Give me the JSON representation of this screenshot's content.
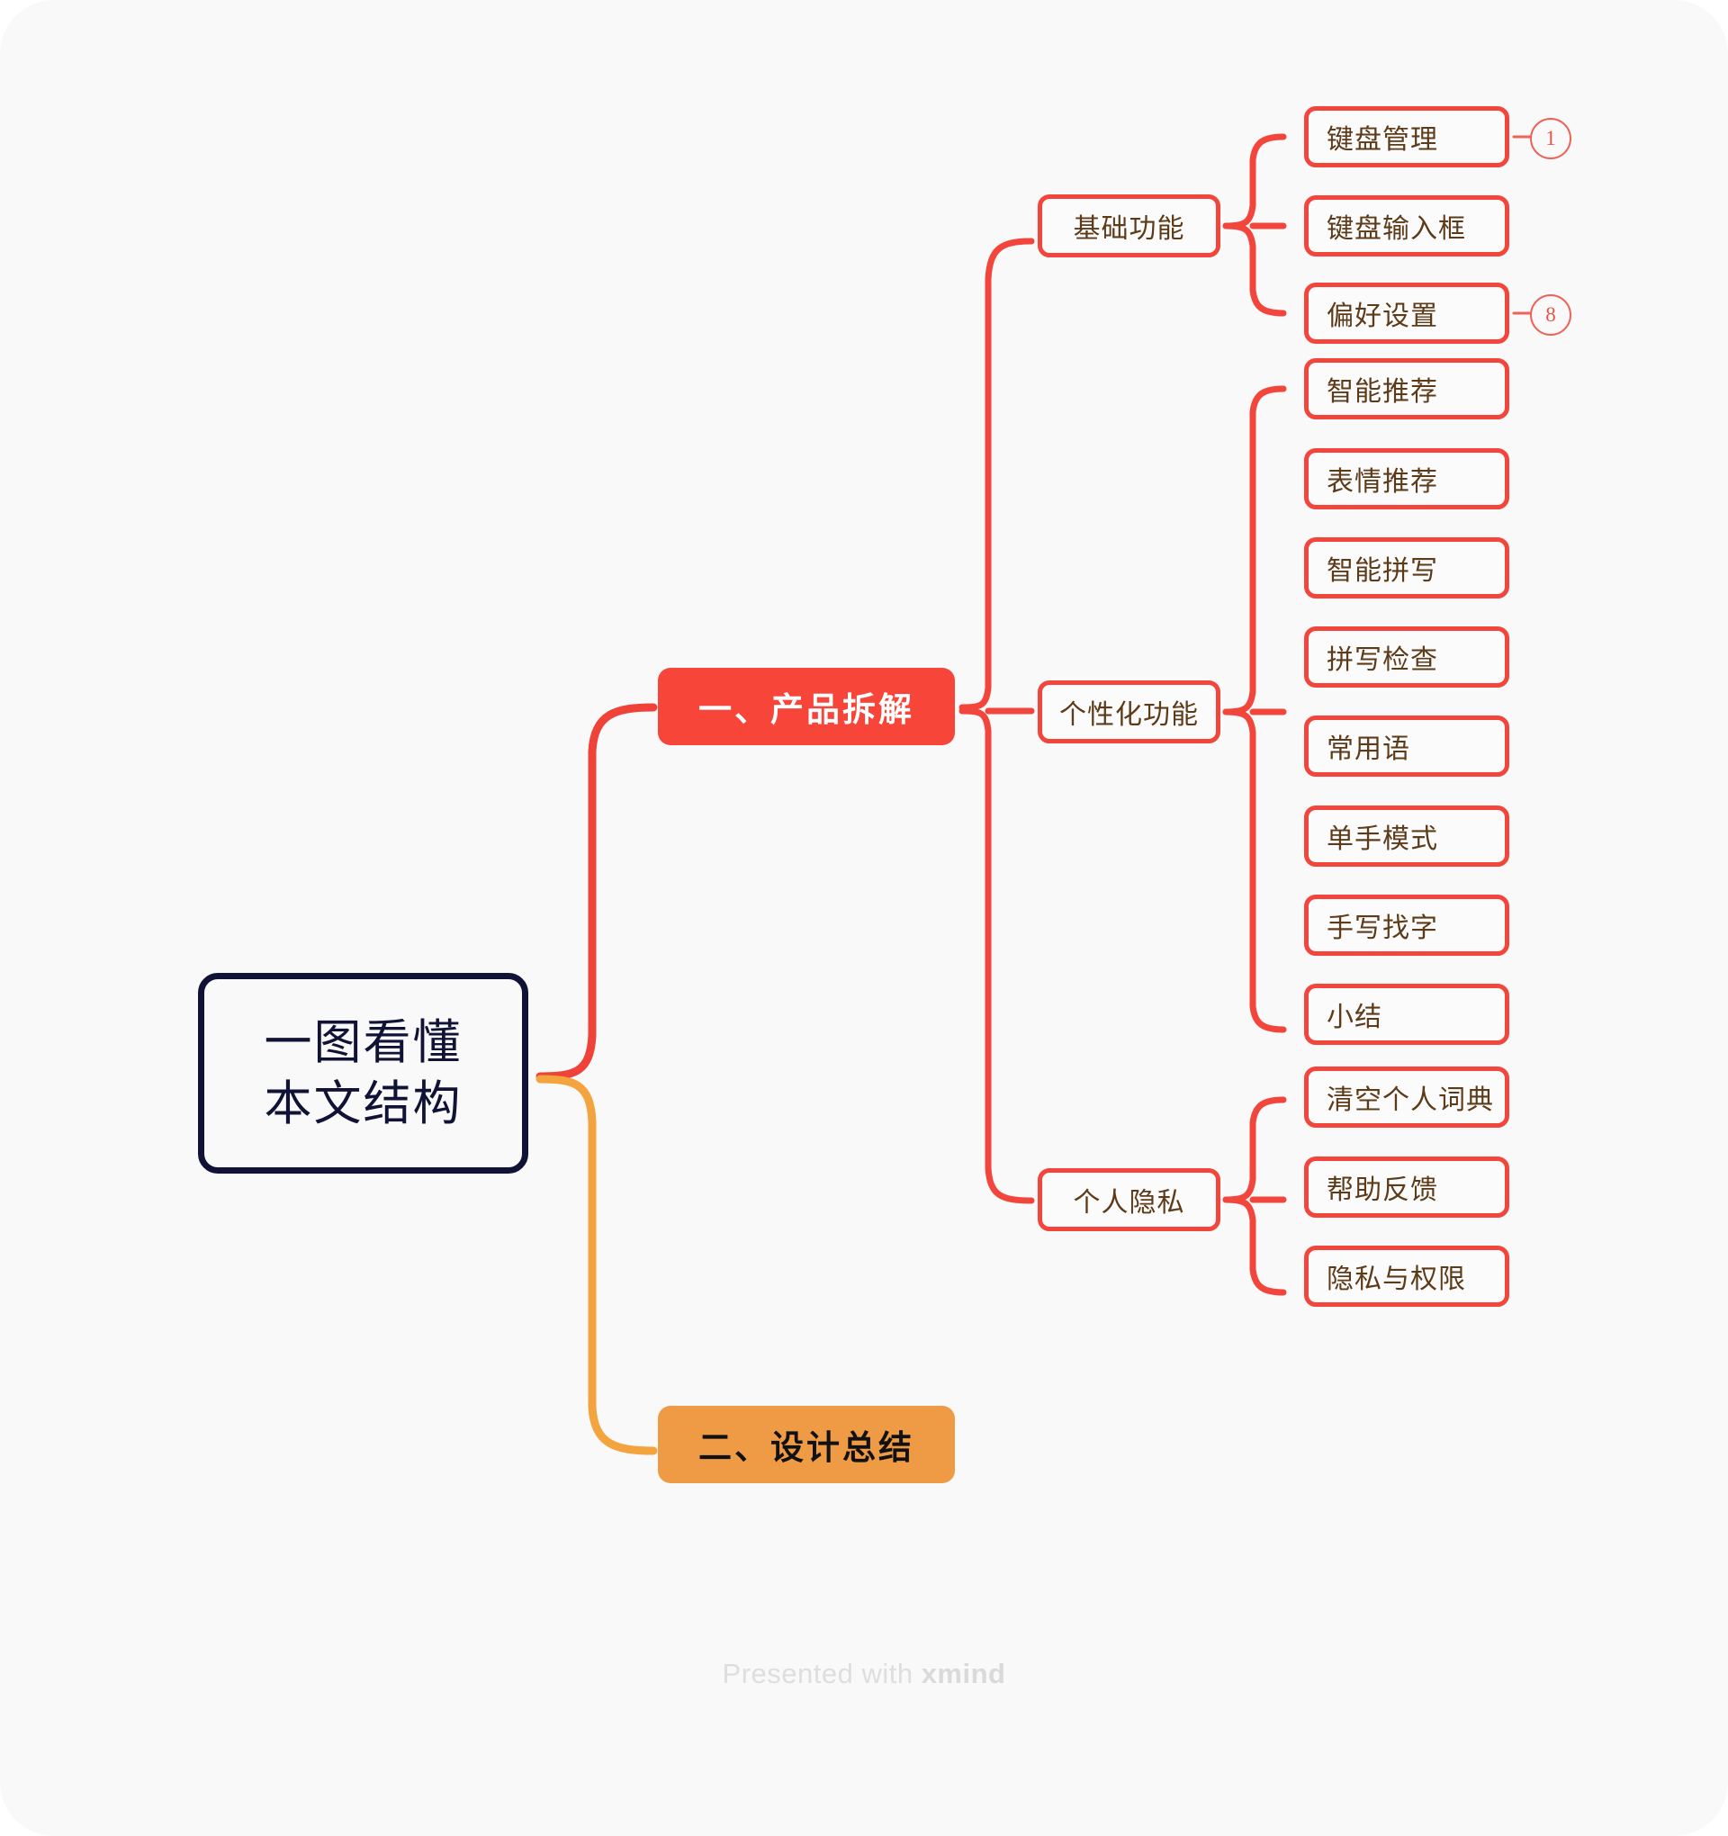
{
  "canvas": {
    "background": "#f9f9fa",
    "accent_red": "#f7453a",
    "accent_orange": "#ef9b46",
    "outline_red": "#f2463c",
    "text_brown": "#5d3a18",
    "root_navy": "#111336"
  },
  "root": {
    "line1": "一图看懂",
    "line2": "本文结构"
  },
  "branches": [
    {
      "id": "product-teardown",
      "label": "一、产品拆解",
      "color": "#f7453a",
      "text_color": "#ffffff",
      "children": [
        {
          "id": "basic-functions",
          "label": "基础功能",
          "children": [
            {
              "id": "keyboard-management",
              "label": "键盘管理",
              "badge": "1"
            },
            {
              "id": "keyboard-input-box",
              "label": "键盘输入框",
              "badge": null
            },
            {
              "id": "preference-settings",
              "label": "偏好设置",
              "badge": "8"
            }
          ]
        },
        {
          "id": "personalized-functions",
          "label": "个性化功能",
          "children": [
            {
              "id": "smart-recommendation",
              "label": "智能推荐",
              "badge": null
            },
            {
              "id": "emoji-recommendation",
              "label": "表情推荐",
              "badge": null
            },
            {
              "id": "smart-spelling",
              "label": "智能拼写",
              "badge": null
            },
            {
              "id": "spell-check",
              "label": "拼写检查",
              "badge": null
            },
            {
              "id": "common-phrases",
              "label": "常用语",
              "badge": null
            },
            {
              "id": "one-handed-mode",
              "label": "单手模式",
              "badge": null
            },
            {
              "id": "handwriting-lookup",
              "label": "手写找字",
              "badge": null
            },
            {
              "id": "summary",
              "label": "小结",
              "badge": null
            }
          ]
        },
        {
          "id": "personal-privacy",
          "label": "个人隐私",
          "children": [
            {
              "id": "clear-personal-dictionary",
              "label": "清空个人词典",
              "badge": null
            },
            {
              "id": "help-feedback",
              "label": "帮助反馈",
              "badge": null
            },
            {
              "id": "privacy-and-permissions",
              "label": "隐私与权限",
              "badge": null
            }
          ]
        }
      ]
    },
    {
      "id": "design-summary",
      "label": "二、设计总结",
      "color": "#ef9b46",
      "text_color": "#111111",
      "children": []
    }
  ],
  "footer": {
    "prefix": "Presented with ",
    "brand": "xmind"
  }
}
